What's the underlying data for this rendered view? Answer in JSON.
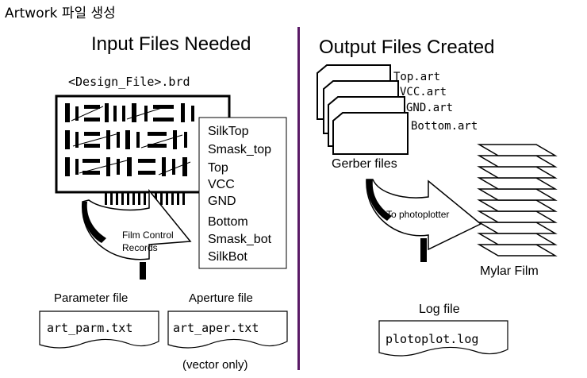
{
  "title": "Artwork 파일 생성",
  "input": {
    "heading": "Input Files Needed",
    "design_file": "<Design_File>.brd",
    "layers": [
      "SilkTop",
      "Smask_top",
      "Top",
      "VCC",
      "GND",
      "Bottom",
      "Smask_bot",
      "SilkBot"
    ],
    "film_control": [
      "Film Control",
      "Records"
    ],
    "parameter_label": "Parameter file",
    "parameter_file": "art_parm.txt",
    "aperture_label": "Aperture file",
    "aperture_file": "art_aper.txt",
    "aperture_note": "(vector only)"
  },
  "output": {
    "heading": "Output Files Created",
    "art_files": [
      "Top.art",
      "VCC.art",
      "GND.art",
      "Bottom.art"
    ],
    "gerber_label": "Gerber files",
    "photoplotter_label": "To photoplotter",
    "mylar_label": "Mylar Film",
    "log_label": "Log file",
    "log_file": "plotoplot.log"
  },
  "colors": {
    "divider": "#5a1a66",
    "ink": "#000000"
  }
}
